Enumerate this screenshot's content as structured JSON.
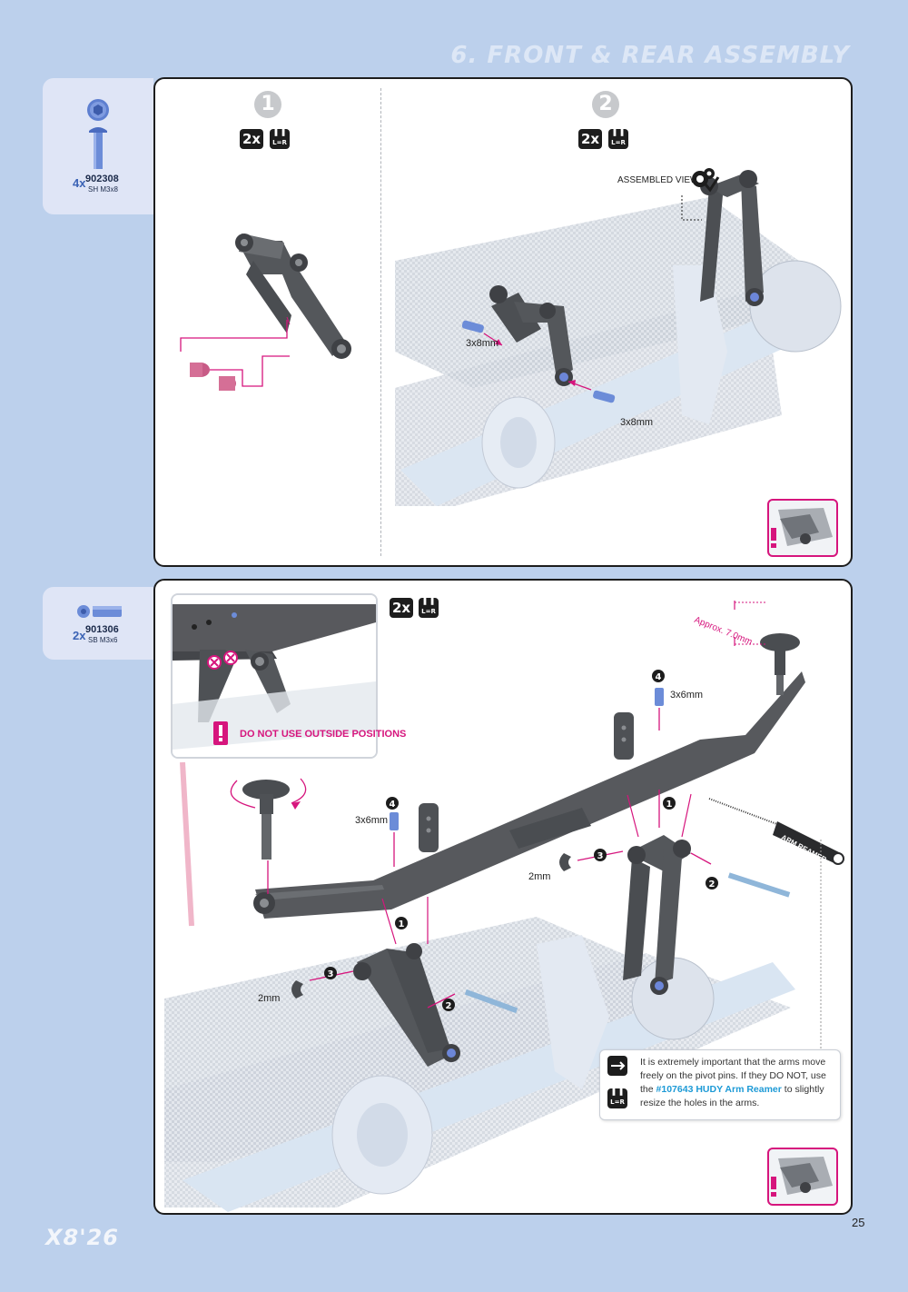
{
  "header": {
    "title": "6. FRONT & REAR ASSEMBLY"
  },
  "parts_top": {
    "qty": "4x",
    "code": "902308",
    "desc": "SH M3x8"
  },
  "parts_bottom": {
    "qty": "2x",
    "code": "901306",
    "desc": "SB M3x6"
  },
  "panel1": {
    "step1": "1",
    "step2": "2",
    "qty_step1": "2x",
    "qty_step2": "2x",
    "lr_symbol": "L=R",
    "assembled_view": "ASSEMBLED VIEW",
    "screw_label_a": "3x8mm",
    "screw_label_b": "3x8mm"
  },
  "panel2": {
    "qty": "2x",
    "lr_symbol": "L=R",
    "warning": "DO NOT USE OUTSIDE POSITIONS",
    "approx": "Approx. 7.0mm",
    "label_3x6_right": "3x6mm",
    "label_3x6_left": "3x6mm",
    "label_2mm_right": "2mm",
    "label_2mm_left": "2mm",
    "tool_label": "ARM REAMER",
    "callout_1": "1",
    "callout_2": "2",
    "callout_3": "3",
    "callout_4": "4",
    "note": {
      "line1": "It is extremely important that the arms move freely on the pivot pins. If they DO NOT, use the",
      "tool": "#107643 HUDY Arm Reamer",
      "line2": "to slightly resize the holes in the arms."
    }
  },
  "footer": {
    "logo": "X8'26",
    "page": "25"
  },
  "colors": {
    "accent": "#d6157d",
    "part_blue": "#3b63b5",
    "panel_bg": "#bcd0ec"
  }
}
